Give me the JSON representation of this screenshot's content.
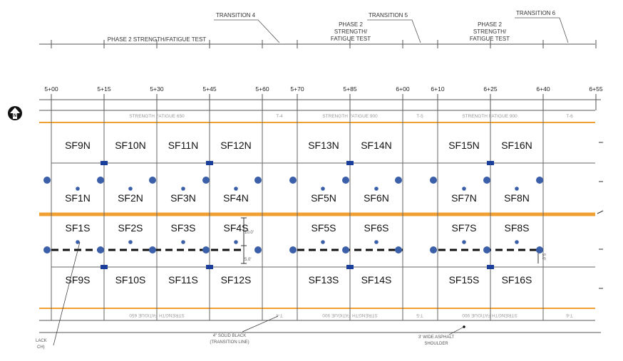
{
  "header": {
    "phase_left": "PHASE 2 STRENGTH/FATIGUE TEST",
    "phase_mid": [
      "PHASE 2",
      "STRENGTH/",
      "FATIGUE TEST"
    ],
    "phase_right": [
      "PHASE 2",
      "STRENGTH/",
      "FATIGUE TEST"
    ],
    "transitions": [
      "TRANSITION 4",
      "TRANSITION 5",
      "TRANSITION 6"
    ]
  },
  "stations": [
    "5+00",
    "5+15",
    "5+30",
    "5+45",
    "5+60",
    "5+70",
    "5+85",
    "6+00",
    "6+10",
    "6+25",
    "6+40",
    "6+55"
  ],
  "bands_top": [
    "STRENGTH FATIGUE 650",
    "T-4",
    "STRENGTH FATIGUE 900",
    "T-5",
    "STRENGTH FATIGUE 900",
    "T-6"
  ],
  "bands_bottom": [
    "STRENGTH FATIGUE 650",
    "T-4",
    "STRENGTH FATIGUE 900",
    "T-5",
    "STRENGTH FATIGUE 900",
    "T-6"
  ],
  "slabs": {
    "row1": [
      "SF9N",
      "SF10N",
      "SF11N",
      "SF12N",
      "SF13N",
      "SF14N",
      "SF15N",
      "SF16N"
    ],
    "row2": [
      "SF1N",
      "SF2N",
      "SF3N",
      "SF4N",
      "SF5N",
      "SF6N",
      "SF7N",
      "SF8N"
    ],
    "row3": [
      "SF1S",
      "SF2S",
      "SF3S",
      "SF4S",
      "SF5S",
      "SF6S",
      "SF7S",
      "SF8S"
    ],
    "row4": [
      "SF9S",
      "SF10S",
      "SF11S",
      "SF12S",
      "SF13S",
      "SF14S",
      "SF15S",
      "SF16S"
    ]
  },
  "dimensions": [
    "10.0'",
    "5.0'",
    "5.0'"
  ],
  "notes": {
    "transition_line": [
      "4\" SOLID BLACK",
      "(TRANSITION LINE)"
    ],
    "shoulder": [
      "3' WIDE ASPHALT",
      "SHOULDER"
    ],
    "left_cut": [
      "LACK",
      "CH)"
    ]
  },
  "north_label": "N",
  "colors": {
    "orange": "#f0a030",
    "gauge_dot": "#3b5fa8",
    "marker": "#1a3f9a",
    "grid": "#666666"
  }
}
